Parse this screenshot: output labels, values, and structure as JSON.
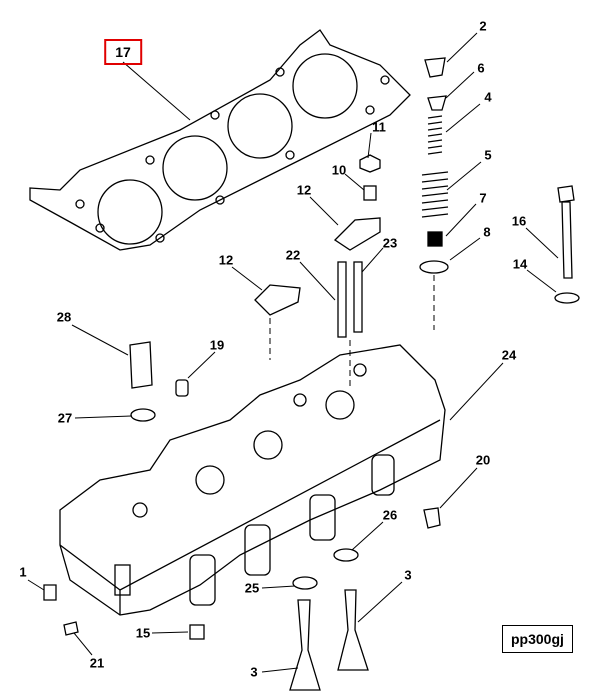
{
  "callouts": [
    "17",
    "2",
    "6",
    "4",
    "11",
    "5",
    "10",
    "12",
    "7",
    "16",
    "8",
    "23",
    "22",
    "12",
    "14",
    "28",
    "19",
    "24",
    "27",
    "20",
    "26",
    "1",
    "3",
    "25",
    "15",
    "21",
    "3"
  ],
  "highlighted_callout": "17",
  "highlight_color": "#e00000",
  "reference_code": "pp300gj"
}
